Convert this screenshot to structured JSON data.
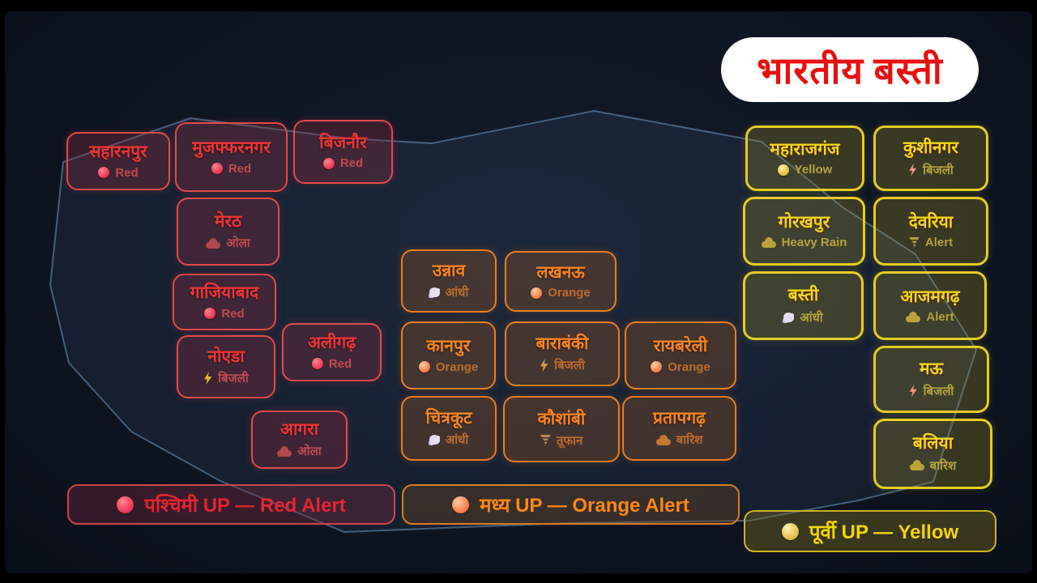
{
  "title": "भारतीय बस्ती",
  "colors": {
    "red_accent": "#e34a4a",
    "orange_accent": "#ec7d1f",
    "yellow_accent": "#e6cc22",
    "map_outline": "#7fa8c9",
    "background": "#0e1523",
    "title_text": "#e90f0f"
  },
  "west": {
    "legend": "पश्चिमी UP — Red Alert",
    "legend_dot": "red-dot",
    "districts": [
      {
        "name": "सहारनपुर",
        "status": "Red",
        "icon": "red-dot"
      },
      {
        "name": "मुजफ्फरनगर",
        "status": "Red",
        "icon": "red-dot"
      },
      {
        "name": "बिजनौर",
        "status": "Red",
        "icon": "red-dot"
      },
      {
        "name": "मेरठ",
        "status": "ओला",
        "icon": "cloud"
      },
      {
        "name": "गाजियाबाद",
        "status": "Red",
        "icon": "red-dot"
      },
      {
        "name": "नोएडा",
        "status": "बिजली",
        "icon": "lightning"
      },
      {
        "name": "अलीगढ़",
        "status": "Red",
        "icon": "red-dot"
      },
      {
        "name": "आगरा",
        "status": "ओला",
        "icon": "cloud"
      }
    ]
  },
  "central": {
    "legend": "मध्य UP — Orange Alert",
    "legend_dot": "orange-dot",
    "districts": [
      {
        "name": "उन्नाव",
        "status": "आंधी",
        "icon": "wind"
      },
      {
        "name": "लखनऊ",
        "status": "Orange",
        "icon": "orange-dot"
      },
      {
        "name": "कानपुर",
        "status": "Orange",
        "icon": "orange-dot"
      },
      {
        "name": "बाराबंकी",
        "status": "बिजली",
        "icon": "lightning"
      },
      {
        "name": "रायबरेली",
        "status": "Orange",
        "icon": "orange-dot"
      },
      {
        "name": "चित्रकूट",
        "status": "आंधी",
        "icon": "wind"
      },
      {
        "name": "कौशांबी",
        "status": "तूफान",
        "icon": "tornado"
      },
      {
        "name": "प्रतापगढ़",
        "status": "बारिश",
        "icon": "rain-cloud"
      }
    ]
  },
  "east": {
    "legend": "पूर्वी UP — Yellow",
    "legend_dot": "yellow-dot",
    "districts": [
      {
        "name": "महाराजगंज",
        "status": "Yellow",
        "icon": "yellow-dot"
      },
      {
        "name": "कुशीनगर",
        "status": "बिजली",
        "icon": "lightning"
      },
      {
        "name": "गोरखपुर",
        "status": "Heavy Rain",
        "icon": "rain-cloud"
      },
      {
        "name": "देवरिया",
        "status": "Alert",
        "icon": "tornado"
      },
      {
        "name": "बस्ती",
        "status": "आंधी",
        "icon": "wind"
      },
      {
        "name": "आजमगढ़",
        "status": "Alert",
        "icon": "cloud"
      },
      {
        "name": "मऊ",
        "status": "बिजली",
        "icon": "lightning"
      },
      {
        "name": "बलिया",
        "status": "बारिश",
        "icon": "rain-cloud"
      }
    ]
  }
}
